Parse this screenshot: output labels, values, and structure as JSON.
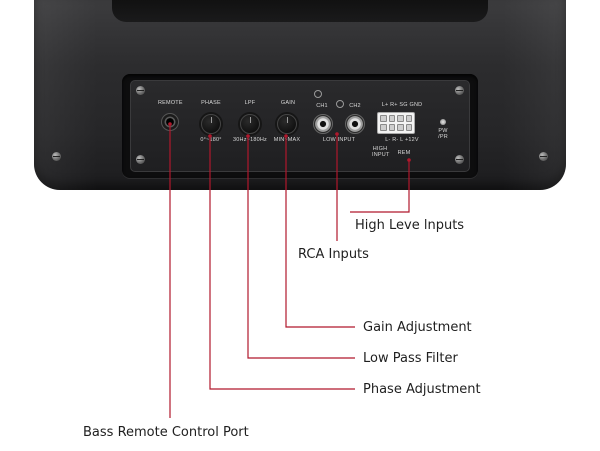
{
  "panel_labels": {
    "remote": "REMOTE",
    "phase": "PHASE",
    "phase_range": "0°~180°",
    "lpf": "LPF",
    "lpf_range": "30Hz~180Hz",
    "gain": "GAIN",
    "gain_range": "MIN~MAX",
    "ch1": "CH1",
    "ch2": "CH2",
    "low_input": "LOW INPUT",
    "high_top": "L+  R+  SG   GND",
    "high_bottom": "L-  R-  L  +12V",
    "high_input": "HIGH INPUT",
    "rem": "REM",
    "pw": "PW /PR"
  },
  "callouts": {
    "high_level_inputs": "High Leve lnputs",
    "rca_inputs": "RCA Inputs",
    "gain_adjustment": "Gain Adjustment",
    "low_pass_filter": "Low Pass Filter",
    "phase_adjustment": "Phase Adjustment",
    "bass_remote_port": "Bass Remote Control Port"
  },
  "colors": {
    "leader_line": "#b0182c",
    "housing": "#2c2c2e",
    "panel": "#222224",
    "text": "#1f1f1f"
  }
}
